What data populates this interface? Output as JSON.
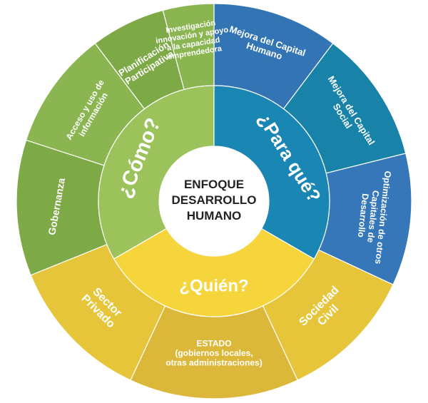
{
  "center": {
    "lines": [
      "ENFOQUE",
      "DESARROLLO",
      "HUMANO"
    ]
  },
  "inner_rings": [
    {
      "id": "como",
      "label": "¿Cómo?",
      "color": "#9cc35b"
    },
    {
      "id": "para_que",
      "label": "¿Para qué?",
      "color": "#1a86b3"
    },
    {
      "id": "quien",
      "label": "¿Quién?",
      "color": "#f6d43c"
    }
  ],
  "outer_segments": [
    {
      "id": "mejora_capital_humano",
      "lines": [
        "Mejora del Capital",
        "Humano"
      ],
      "color": "#3374b4"
    },
    {
      "id": "mejora_capital_social",
      "lines": [
        "Mejora del Capital",
        "Social"
      ],
      "color": "#1882a9"
    },
    {
      "id": "optimizacion_capitales",
      "lines": [
        "Optimización de otros",
        "Capitales de",
        "Desarrollo"
      ],
      "color": "#3577b9"
    },
    {
      "id": "sociedad_civil",
      "lines": [
        "Sociedad",
        "Civil"
      ],
      "color": "#e7c53a"
    },
    {
      "id": "estado",
      "lines": [
        "ESTADO",
        "(gobiernos locales,",
        "otras administraciones)"
      ],
      "color": "#dcb83a"
    },
    {
      "id": "sector_privado",
      "lines": [
        "Sector",
        "Privado"
      ],
      "color": "#e7c53a"
    },
    {
      "id": "gobernanza",
      "lines": [
        "Gobernanza"
      ],
      "color": "#7ea947"
    },
    {
      "id": "acceso_informacion",
      "lines": [
        "Acceso y uso de",
        "información"
      ],
      "color": "#8ab550"
    },
    {
      "id": "planificacion",
      "lines": [
        "Planificación",
        "Participativa"
      ],
      "color": "#7ea947"
    },
    {
      "id": "investigacion",
      "lines": [
        "Investigación",
        "innovación y apoyo",
        "a la capacidad",
        "emprendedora"
      ],
      "color": "#8ab550"
    }
  ]
}
